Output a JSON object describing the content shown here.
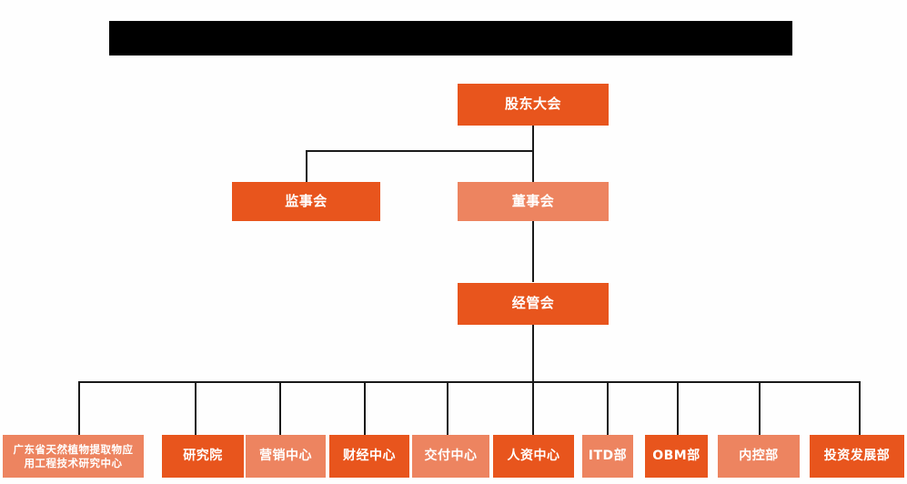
{
  "chart_type": "organization-chart",
  "colors": {
    "primary": "#e8551d",
    "secondary": "#ed8460",
    "connector": "#1a1a1a",
    "background": "#fefefe",
    "redaction": "#000000",
    "text": "#ffffff"
  },
  "header": {
    "redacted_title": ""
  },
  "nodes": {
    "shareholders_meeting": {
      "label": "股东大会",
      "style": "primary"
    },
    "board_of_supervisors": {
      "label": "监事会",
      "style": "primary"
    },
    "board_of_directors": {
      "label": "董事会",
      "style": "secondary"
    },
    "management_committee": {
      "label": "经管会",
      "style": "primary"
    }
  },
  "departments": [
    {
      "label_line1": "广东省天然植物提取物应",
      "label_line2": "用工程技术研究中心",
      "style": "secondary"
    },
    {
      "label_line1": "研究院",
      "label_line2": "",
      "style": "primary"
    },
    {
      "label_line1": "营销中心",
      "label_line2": "",
      "style": "secondary"
    },
    {
      "label_line1": "财经中心",
      "label_line2": "",
      "style": "primary"
    },
    {
      "label_line1": "交付中心",
      "label_line2": "",
      "style": "secondary"
    },
    {
      "label_line1": "人资中心",
      "label_line2": "",
      "style": "primary"
    },
    {
      "label_line1": "ITD部",
      "label_line2": "",
      "style": "secondary"
    },
    {
      "label_line1": "OBM部",
      "label_line2": "",
      "style": "primary"
    },
    {
      "label_line1": "内控部",
      "label_line2": "",
      "style": "secondary"
    },
    {
      "label_line1": "投资发展部",
      "label_line2": "",
      "style": "primary"
    }
  ]
}
